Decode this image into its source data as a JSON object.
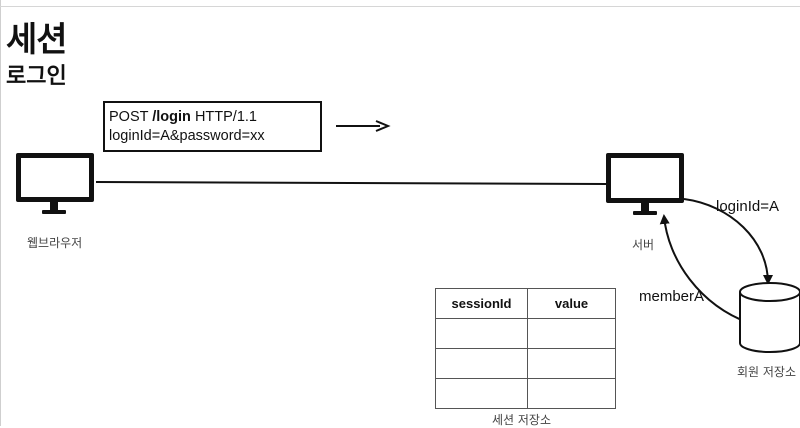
{
  "title": "세션",
  "subtitle": "로그인",
  "request": {
    "line1_method": "POST",
    "line1_path": "/login",
    "line1_protocol": "HTTP/1.1",
    "line2": "loginId=A&password=xx"
  },
  "browser_label": "웹브라우저",
  "server_label": "서버",
  "member_store_label": "회원 저장소",
  "server_to_store_label": "loginId=A",
  "store_to_server_label": "memberA",
  "session_store": {
    "label": "세션 저장소",
    "columns": [
      "sessionId",
      "value"
    ],
    "rows": [
      [
        "",
        ""
      ],
      [
        "",
        ""
      ],
      [
        "",
        ""
      ]
    ]
  }
}
